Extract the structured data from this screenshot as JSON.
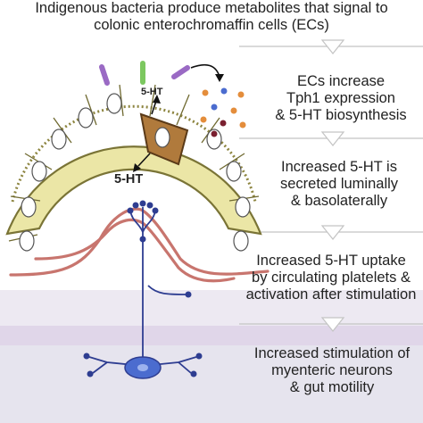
{
  "header_text": "Indigenous bacteria produce metabolites that signal to\ncolonic enterochromaffin cells (ECs)",
  "steps": [
    {
      "text": "ECs increase\nTph1 expression\n& 5-HT biosynthesis"
    },
    {
      "text": "Increased 5-HT is\nsecreted luminally\n& basolaterally"
    },
    {
      "text": "Increased 5-HT uptake\nby circulating platelets &\nactivation after stimulation"
    },
    {
      "text": "Increased stimulation of\nmyenteric neurons\n& gut motility"
    }
  ],
  "labels": {
    "serotonin_luminal": "5-HT",
    "serotonin_basolateral": "5-HT"
  },
  "colors": {
    "epithelium": "#ebe6a6",
    "epithelium_outline": "#7a7436",
    "ec_cell": "#b07a3c",
    "bacteria_purple": "#9a6ac4",
    "bacteria_green": "#7cc860",
    "blood_vessel": "#c8756e",
    "neuron": "#2e3d91",
    "neuron_body": "#4b6ccf",
    "separator_arrow": "#d0d0d0"
  }
}
